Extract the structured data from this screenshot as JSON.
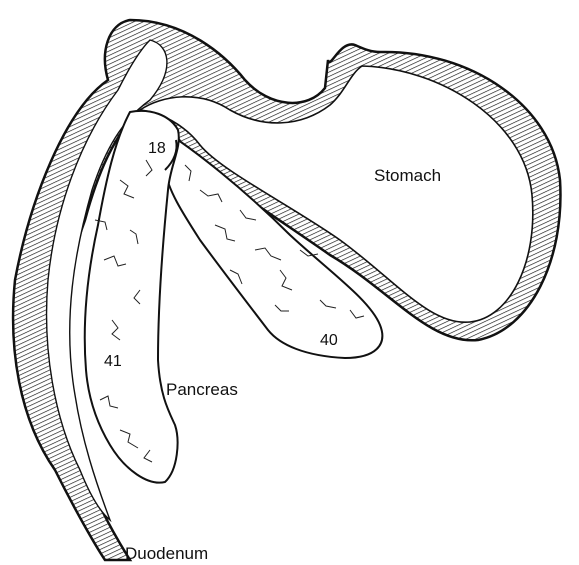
{
  "labels": {
    "stomach": "Stomach",
    "pancreas": "Pancreas",
    "duodenum": "Duodenum"
  },
  "markers": {
    "m18": "18",
    "m40": "40",
    "m41": "41"
  },
  "colors": {
    "ink": "#111111",
    "tissue": "#ffffff"
  }
}
